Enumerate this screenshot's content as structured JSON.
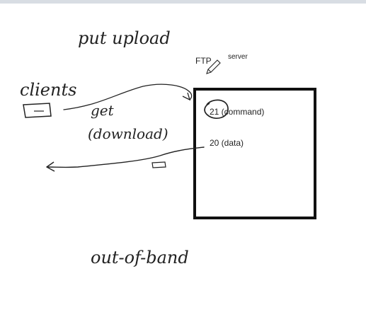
{
  "colors": {
    "background": "#ffffff",
    "ink": "#222222",
    "top_bar": "#d8dde3"
  },
  "whiteboard": {
    "handwritten": {
      "put_upload": "put upload",
      "clients": "clients",
      "get": "get",
      "download": "(download)",
      "out_of_band": "out-of-band"
    },
    "typed": {
      "ftp": "FTP",
      "server": "server",
      "port_command": "21 (command)",
      "port_data": "20 (data)"
    },
    "icons": {
      "pen": "pencil-icon"
    }
  }
}
